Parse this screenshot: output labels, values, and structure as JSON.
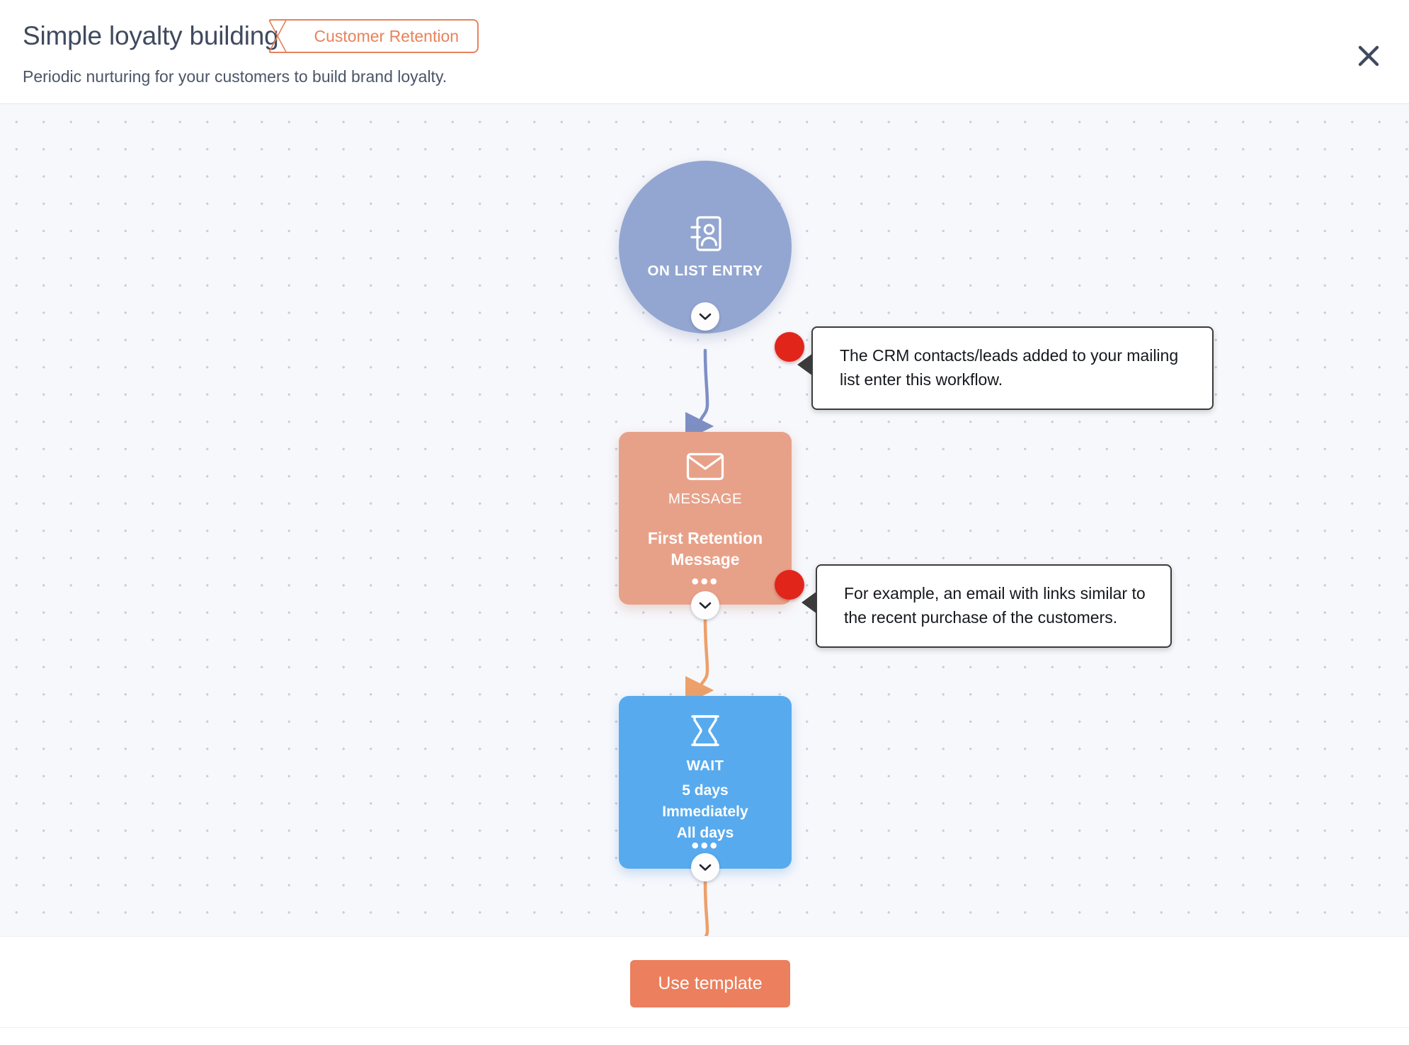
{
  "header": {
    "title": "Simple loyalty building",
    "category_badge": "Customer Retention",
    "subtitle": "Periodic nurturing for your customers to build brand loyalty.",
    "close_icon": "close-icon",
    "accent_color": "#e8825c",
    "title_color": "#3f4a5e"
  },
  "canvas": {
    "background_color": "#f7f8fc",
    "dot_color": "#c9cedd"
  },
  "flow": {
    "nodes": [
      {
        "id": "trigger",
        "shape": "circle",
        "kind": "ON LIST ENTRY",
        "icon": "contact-card-icon",
        "color": "#93a6d1",
        "has_hot_dot": true,
        "has_expand_handle": true
      },
      {
        "id": "message",
        "shape": "box",
        "kind": "MESSAGE",
        "name": "First Retention Message",
        "icon": "envelope-icon",
        "color": "#e8a189",
        "more_label": "•••",
        "has_hot_dot": true,
        "has_expand_handle": true
      },
      {
        "id": "wait",
        "shape": "box",
        "kind": "WAIT",
        "icon": "hourglass-icon",
        "color": "#57aaee",
        "details": [
          "5 days",
          "Immediately",
          "All days"
        ],
        "more_label": "•••",
        "has_hot_dot": false,
        "has_expand_handle": true
      }
    ],
    "connectors": [
      {
        "from": "trigger",
        "to": "message",
        "color": "#7d8fc4"
      },
      {
        "from": "message",
        "to": "wait",
        "color": "#eda069"
      },
      {
        "from": "wait",
        "to": "next",
        "color": "#eda069"
      }
    ],
    "hot_dot_color": "#e1251b"
  },
  "callouts": [
    {
      "id": "callout-1",
      "text": "The CRM contacts/leads added to your mailing list enter this workflow."
    },
    {
      "id": "callout-2",
      "text": "For example, an email with links similar to the recent purchase of the customers."
    }
  ],
  "footer": {
    "use_template_label": "Use template",
    "button_color": "#ec7f5d"
  }
}
